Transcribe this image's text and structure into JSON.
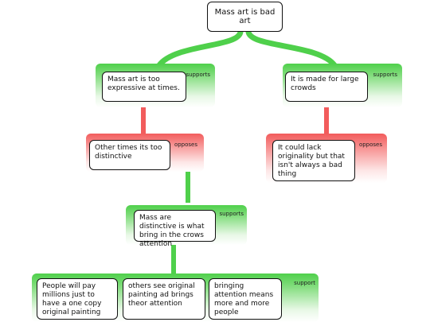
{
  "root": {
    "text": "Mass art is bad art"
  },
  "containers": {
    "supports_left": {
      "label": "supports"
    },
    "supports_right": {
      "label": "supports"
    },
    "opposes_left": {
      "label": "opposes"
    },
    "opposes_right": {
      "label": "opposes"
    },
    "supports_mid": {
      "label": "supports"
    },
    "support_bottom": {
      "label": "support"
    }
  },
  "nodes": {
    "too_expressive": "Mass art is too expressive at times.",
    "large_crowds": "It is made for large crowds",
    "too_distinctive": "Other times its too distinctive",
    "lack_originality": "It could lack originality but that isn't always a bad thing",
    "distinctive_attention": "Mass are distinctive is what bring in the crows attention",
    "pay_millions": "People will pay millions just to have a one copy original painting",
    "others_see": "others see original painting ad brings theor attention",
    "bringing_attention": "bringing attention means more and more people"
  },
  "colors": {
    "support": "#4fd04b",
    "oppose": "#f25c5c"
  }
}
